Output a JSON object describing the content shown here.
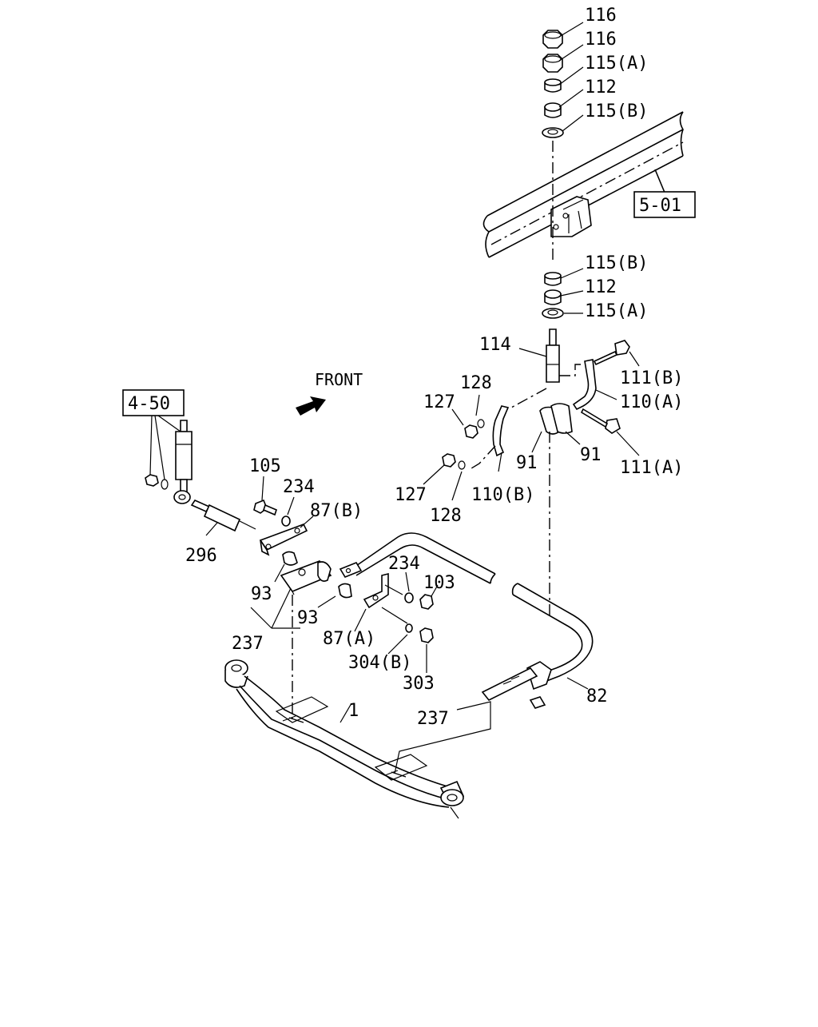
{
  "diagram": {
    "front_label": "FRONT",
    "refs": {
      "frame_ref": "5-01",
      "shock_ref": "4-50"
    },
    "labels": {
      "p116a": "116",
      "p116b": "116",
      "p115a_top": "115(A)",
      "p112_top": "112",
      "p115b_top": "115(B)",
      "p115b_low": "115(B)",
      "p112_low": "112",
      "p115a_low": "115(A)",
      "p114": "114",
      "p111b": "111(B)",
      "p110a": "110(A)",
      "p111a": "111(A)",
      "p128a": "128",
      "p127a": "127",
      "p91a": "91",
      "p91b": "91",
      "p127b": "127",
      "p128b": "128",
      "p110b": "110(B)",
      "p105": "105",
      "p234a": "234",
      "p87b": "87(B)",
      "p296": "296",
      "p93a": "93",
      "p93b": "93",
      "p237a": "237",
      "p234b": "234",
      "p103": "103",
      "p87a": "87(A)",
      "p304b": "304(B)",
      "p303": "303",
      "p1": "1",
      "p237b": "237",
      "p82": "82"
    }
  }
}
